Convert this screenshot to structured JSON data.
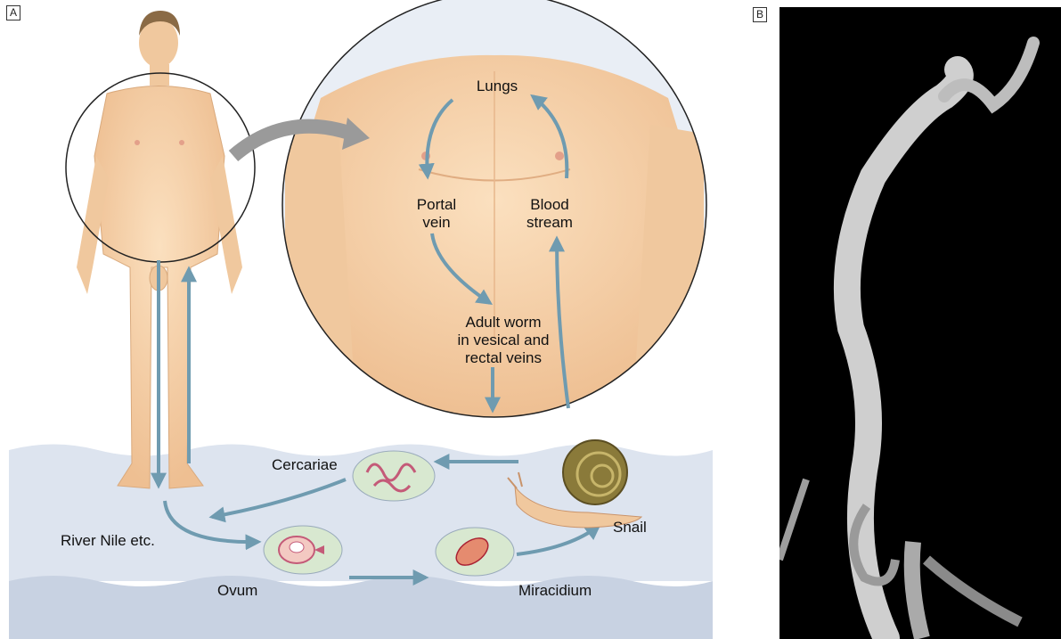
{
  "panels": {
    "a": "A",
    "b": "B"
  },
  "labels": {
    "lungs": "Lungs",
    "portal_vein": [
      "Portal",
      "vein"
    ],
    "blood_stream": [
      "Blood",
      "stream"
    ],
    "adult_worm": [
      "Adult worm",
      "in vesical and",
      "rectal veins"
    ],
    "cercariae": "Cercariae",
    "snail": "Snail",
    "river": "River Nile etc.",
    "ovum": "Ovum",
    "miracidium": "Miracidium"
  },
  "colors": {
    "arrow": "#6f9bb0",
    "skin": "#f6d2a8",
    "water_top": "#dfe6f0",
    "water_side": "#c9d3e3",
    "circle_stroke": "#222222",
    "stage_fill": "#d5e6cf",
    "big_arrow": "#9a9a9a"
  }
}
